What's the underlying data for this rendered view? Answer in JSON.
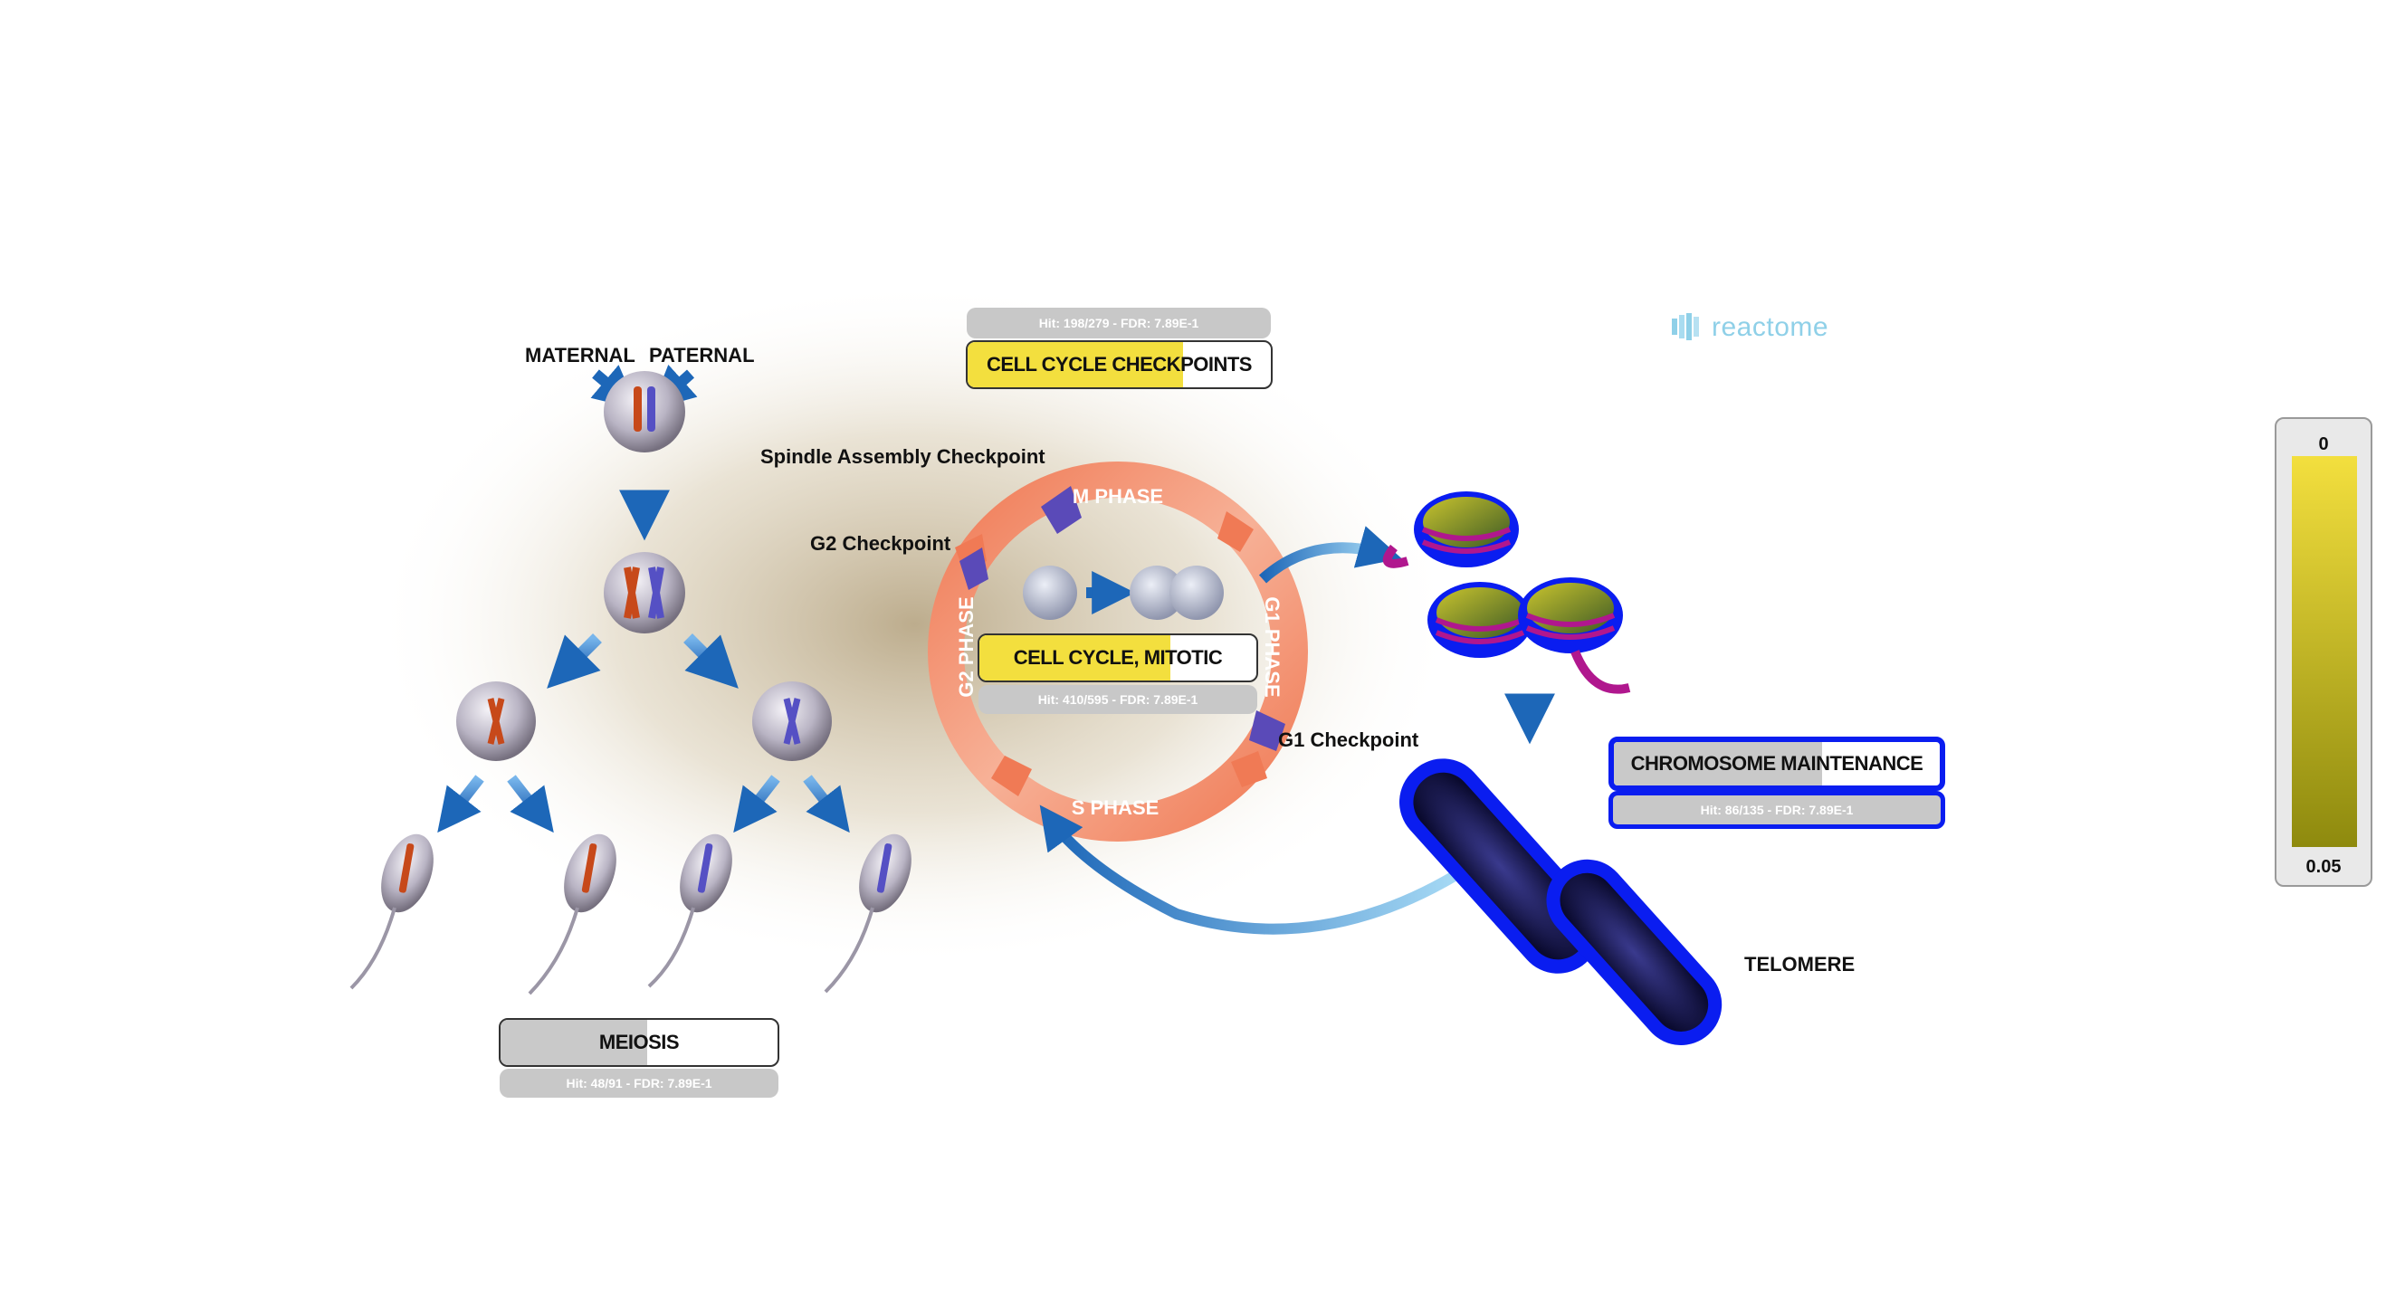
{
  "labels": {
    "maternal": "MATERNAL",
    "paternal": "PATERNAL",
    "spindle_checkpoint": "Spindle Assembly Checkpoint",
    "g2_checkpoint": "G2 Checkpoint",
    "g1_checkpoint": "G1 Checkpoint",
    "m_phase": "M PHASE",
    "g1_phase": "G1 PHASE",
    "s_phase": "S PHASE",
    "g2_phase": "G2 PHASE",
    "telomere": "TELOMERE"
  },
  "pathways": {
    "checkpoints": {
      "name": "CELL CYCLE CHECKPOINTS",
      "stats": "Hit: 198/279 - FDR: 7.89E-1",
      "fill": 0.71
    },
    "mitotic": {
      "name": "CELL CYCLE, MITOTIC",
      "stats": "Hit: 410/595 - FDR: 7.89E-1",
      "fill": 0.69
    },
    "chromosome": {
      "name": "CHROMOSOME MAINTENANCE",
      "stats": "Hit: 86/135 - FDR: 7.89E-1",
      "fill": 0.64
    },
    "meiosis": {
      "name": "MEIOSIS",
      "stats": "Hit: 48/91 - FDR: 7.89E-1",
      "fill": 0.53
    }
  },
  "legend": {
    "top": "0",
    "bottom": "0.05",
    "color_top": "#f3df3e",
    "color_bottom": "#8e8a0e"
  },
  "logo": {
    "text": "reactome"
  },
  "colors": {
    "arrow_blue": "#1d67b8",
    "phase_orange": "#f07a55",
    "chromosome_blue": "#0a1df0",
    "analysis_yellow": "#f3df3e",
    "not_hit_gray": "#c9c9c9"
  }
}
